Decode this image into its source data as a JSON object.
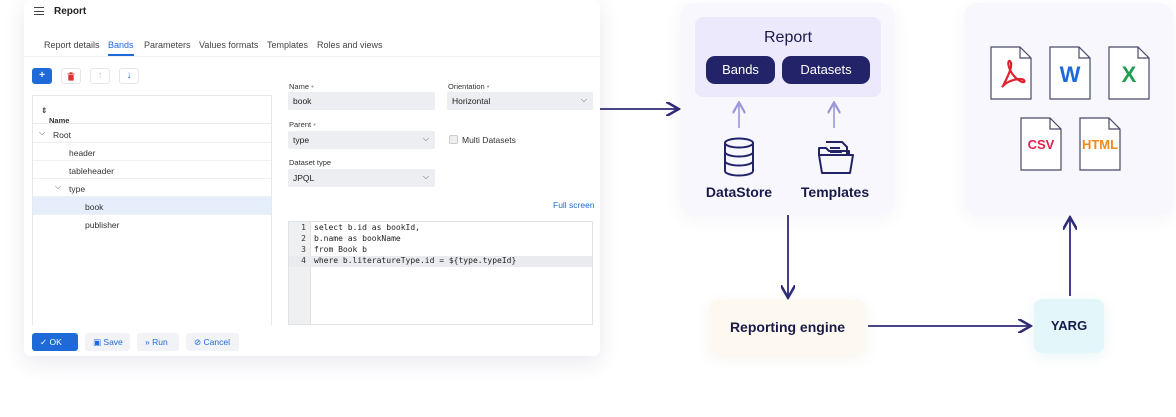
{
  "window": {
    "title": "Report",
    "tabs": [
      "Report details",
      "Bands",
      "Parameters",
      "Values formats",
      "Templates",
      "Roles and views"
    ],
    "active_tab": "Bands",
    "tree": {
      "column_header": "Name",
      "rows": [
        {
          "label": "Root",
          "expanded": true
        },
        {
          "label": "header"
        },
        {
          "label": "tableheader"
        },
        {
          "label": "type",
          "expanded": true
        },
        {
          "label": "book",
          "selected": true
        },
        {
          "label": "publisher"
        }
      ]
    },
    "form": {
      "name_label": "Name",
      "name_value": "book",
      "orientation_label": "Orientation",
      "orientation_value": "Horizontal",
      "parent_label": "Parent",
      "parent_value": "type",
      "multi_datasets_label": "Multi Datasets",
      "dataset_type_label": "Dataset type",
      "dataset_type_value": "JPQL",
      "required_mark": "•",
      "full_screen_label": "Full screen"
    },
    "code": [
      {
        "n": "1",
        "text": "select b.id as bookId,"
      },
      {
        "n": "2",
        "text": "b.name as bookName"
      },
      {
        "n": "3",
        "text": "from Book b"
      },
      {
        "n": "4",
        "text": "where b.literatureType.id = ${type.typeId}"
      }
    ],
    "buttons": {
      "ok": "OK",
      "save": "Save",
      "run": "Run",
      "cancel": "Cancel"
    }
  },
  "diagram": {
    "report": {
      "title": "Report",
      "bands": "Bands",
      "datasets": "Datasets"
    },
    "datastore": "DataStore",
    "templates": "Templates",
    "engine": "Reporting engine",
    "yarg": "YARG",
    "formats": {
      "pdf_icon": "pdf-icon",
      "word": "W",
      "excel": "X",
      "csv": "CSV",
      "html": "HTML"
    },
    "colors": {
      "navy": "#23236a",
      "arrow": "#2e2a78",
      "pdf": "#e0232f",
      "word": "#1e6ad9",
      "excel": "#1e9e4f",
      "csv": "#e0234f",
      "html": "#f08a1a"
    }
  }
}
